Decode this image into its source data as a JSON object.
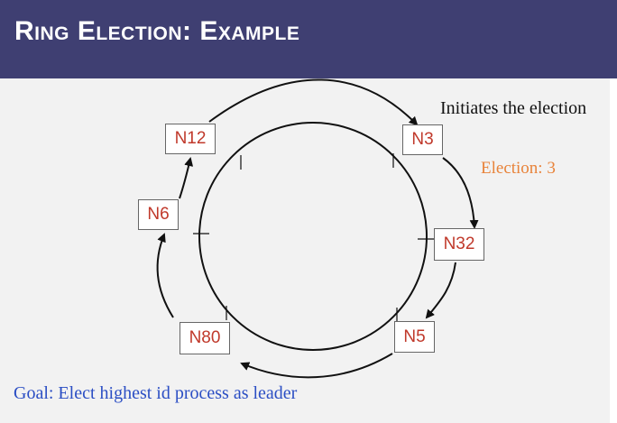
{
  "slide": {
    "title": "Ring Election: Example",
    "colors": {
      "title_bar": "#3f3f72",
      "node_text": "#c0392b",
      "election_text": "#e8833a",
      "goal_text": "#2b4ec4"
    }
  },
  "nodes": [
    {
      "id": "n12",
      "label": "N12"
    },
    {
      "id": "n3",
      "label": "N3"
    },
    {
      "id": "n6",
      "label": "N6"
    },
    {
      "id": "n32",
      "label": "N32"
    },
    {
      "id": "n80",
      "label": "N80"
    },
    {
      "id": "n5",
      "label": "N5"
    }
  ],
  "annotations": {
    "initiates": "Initiates the election",
    "election_message": "Election: 3",
    "goal": "Goal: Elect highest id process as leader"
  },
  "edges": [
    {
      "from": "N12",
      "to": "N3"
    },
    {
      "from": "N3",
      "to": "N32"
    },
    {
      "from": "N32",
      "to": "N5"
    },
    {
      "from": "N5",
      "to": "N80"
    },
    {
      "from": "N80",
      "to": "N6"
    },
    {
      "from": "N6",
      "to": "N12"
    }
  ]
}
